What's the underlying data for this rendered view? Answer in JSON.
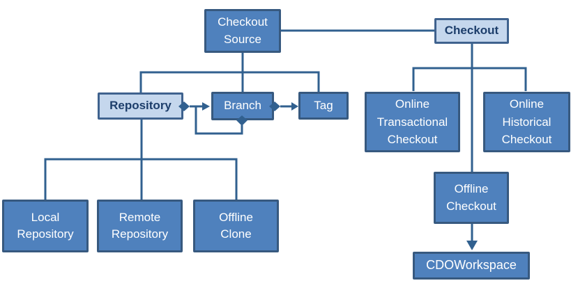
{
  "diagram": {
    "kind": "concept-diagram",
    "nodes": {
      "checkout_source": {
        "label": "Checkout\nSource",
        "style": "dark"
      },
      "checkout": {
        "label": "Checkout",
        "style": "light"
      },
      "repository": {
        "label": "Repository",
        "style": "light"
      },
      "branch": {
        "label": "Branch",
        "style": "dark"
      },
      "tag": {
        "label": "Tag",
        "style": "dark"
      },
      "online_transactional": {
        "label": "Online\nTransactional\nCheckout",
        "style": "dark"
      },
      "online_historical": {
        "label": "Online\nHistorical\nCheckout",
        "style": "dark"
      },
      "offline_checkout": {
        "label": "Offline\nCheckout",
        "style": "dark"
      },
      "cdo_workspace": {
        "label": "CDOWorkspace",
        "style": "dark"
      },
      "local_repository": {
        "label": "Local\nRepository",
        "style": "dark"
      },
      "remote_repository": {
        "label": "Remote\nRepository",
        "style": "dark"
      },
      "offline_clone": {
        "label": "Offline\nClone",
        "style": "dark"
      }
    },
    "edges": [
      {
        "from": "checkout_source",
        "to": "checkout",
        "type": "association"
      },
      {
        "from": "checkout_source",
        "to": "repository",
        "type": "tree-child"
      },
      {
        "from": "checkout_source",
        "to": "branch",
        "type": "tree-child"
      },
      {
        "from": "checkout_source",
        "to": "tag",
        "type": "tree-child"
      },
      {
        "from": "repository",
        "to": "branch",
        "type": "diamond-arrow"
      },
      {
        "from": "branch",
        "to": "branch",
        "type": "diamond-arrow-self-loop"
      },
      {
        "from": "branch",
        "to": "tag",
        "type": "diamond-arrow"
      },
      {
        "from": "repository",
        "to": "local_repository",
        "type": "tree-child"
      },
      {
        "from": "repository",
        "to": "remote_repository",
        "type": "tree-child"
      },
      {
        "from": "repository",
        "to": "offline_clone",
        "type": "tree-child"
      },
      {
        "from": "checkout",
        "to": "online_transactional",
        "type": "tree-child"
      },
      {
        "from": "checkout",
        "to": "online_historical",
        "type": "tree-child"
      },
      {
        "from": "checkout",
        "to": "offline_checkout",
        "type": "tree-child"
      },
      {
        "from": "offline_checkout",
        "to": "cdo_workspace",
        "type": "arrow"
      }
    ],
    "colors": {
      "node_dark_fill": "#4f81bd",
      "node_dark_border": "#37597f",
      "node_dark_text": "#ffffff",
      "node_light_fill": "#c5d7ed",
      "node_light_border": "#3f628e",
      "node_light_text": "#1d3e6b",
      "connector": "#31608f",
      "background": "#ffffff"
    }
  }
}
